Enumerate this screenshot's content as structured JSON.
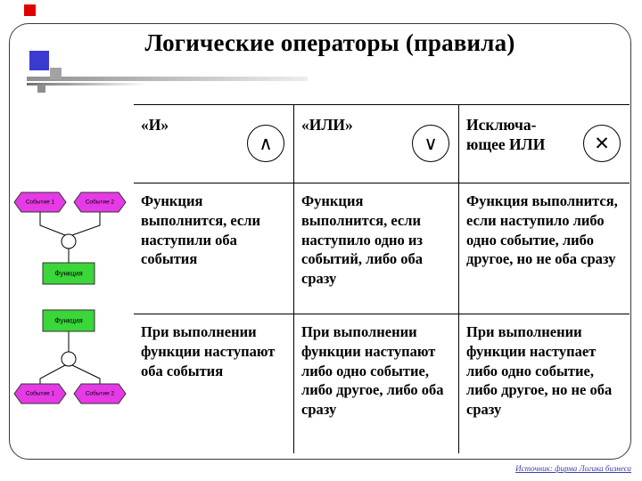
{
  "slide": {
    "title": "Логические операторы (правила)",
    "source": "Источник: фирма Логика бизнеса"
  },
  "table": {
    "headers": {
      "and": "«И»",
      "or": "«ИЛИ»",
      "xor_line1": "Исключа-",
      "xor_line2": "ющее ИЛИ"
    },
    "symbols": {
      "and": "∧",
      "or": "∨",
      "xor": "✕"
    },
    "rows": [
      [
        "Функция выполнится, если наступили оба события",
        "Функция выполнится, если наступило одно из событий, либо оба сразу",
        "Функция выполнится, если наступило либо одно событие, либо другое, но не оба сразу"
      ],
      [
        "При выполнении функции наступают оба события",
        "При выполнении функции наступают либо одно событие, либо другое, либо оба сразу",
        "При выполнении функции наступает либо одно событие, либо другое, но не оба сразу"
      ]
    ]
  },
  "diagram": {
    "event1": "Событие 1",
    "event2": "Событие 2",
    "function": "Функция"
  },
  "colors": {
    "accent_red": "#e10000",
    "accent_blue": "#3a3ad0",
    "hexagon_fill": "#e53ae5",
    "function_fill": "#3ad63a",
    "source_text": "#4040a8"
  }
}
